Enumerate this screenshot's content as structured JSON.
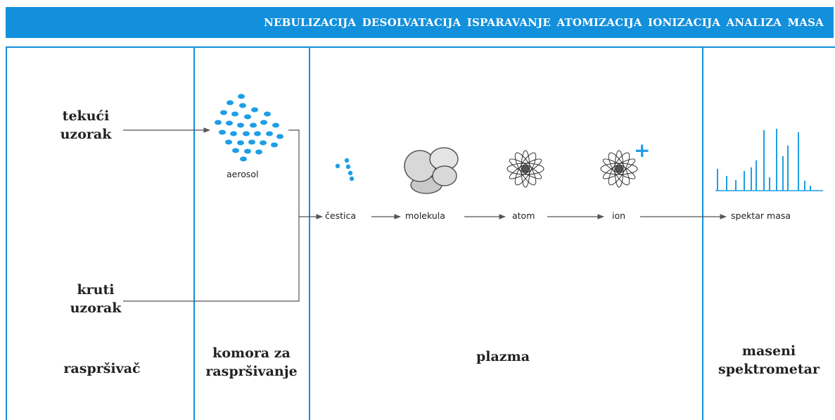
{
  "banner": {
    "title": "NEBULIZACIJA  DESOLVATACIJA  ISPARAVANJE  ATOMIZACIJA  IONIZACIJA  ANALIZA MASA"
  },
  "inputs": {
    "liquid_line1": "tekući",
    "liquid_line2": "uzorak",
    "solid_line1": "kruti",
    "solid_line2": "uzorak"
  },
  "stages": {
    "aerosol": "aerosol",
    "particle": "čestica",
    "molecule": "molekula",
    "atom": "atom",
    "ion": "ion",
    "spectrum": "spektar masa",
    "ion_charge": "+"
  },
  "columns": {
    "nebulizer": "raspršivač",
    "chamber_line1": "komora za",
    "chamber_line2": "raspršivanje",
    "plasma": "plazma",
    "ms_line1": "maseni",
    "ms_line2": "spektrometar"
  },
  "colors": {
    "accent": "#1390dc",
    "particle": "#1e9ee6",
    "arrow": "#555555"
  }
}
